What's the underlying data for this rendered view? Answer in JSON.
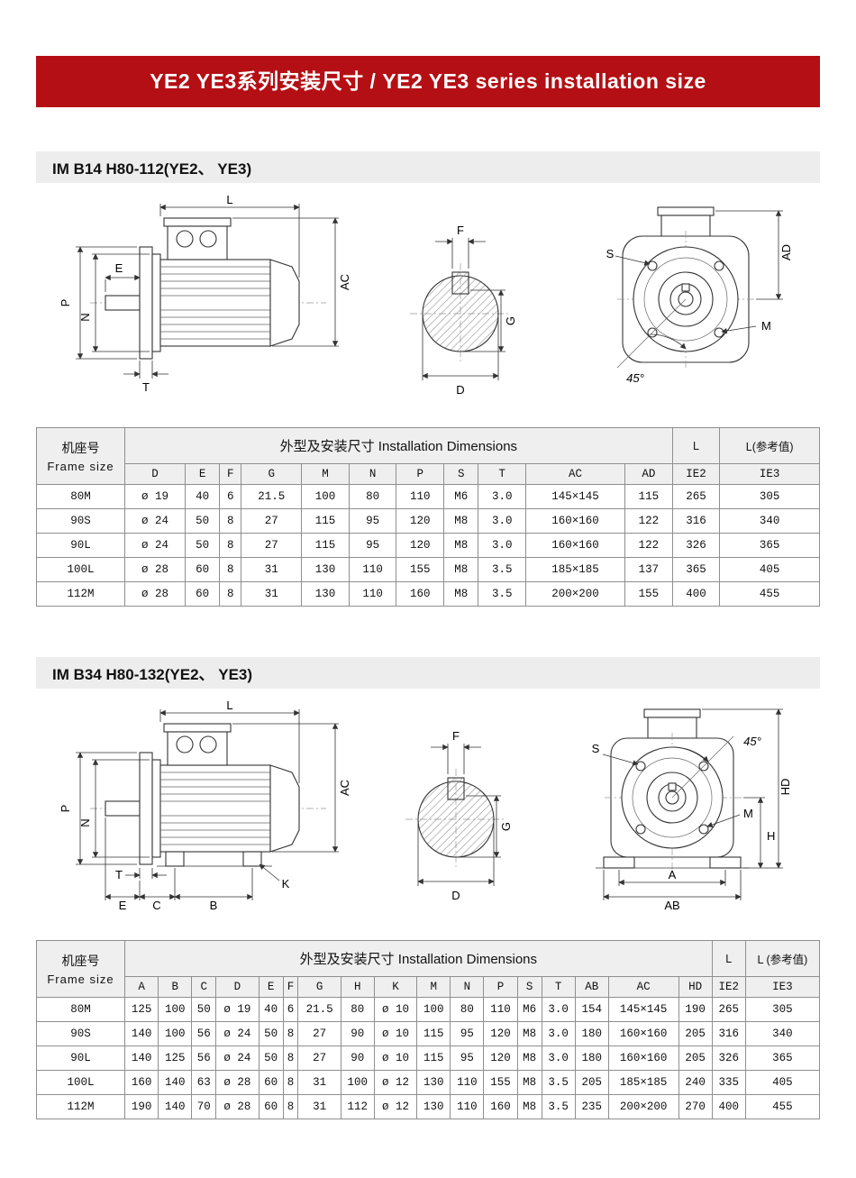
{
  "banner": {
    "title": "YE2 YE3系列安装尺寸 / YE2 YE3 series installation size"
  },
  "section1": {
    "heading": "IM B14 H80-112(YE2、 YE3)",
    "drawing_labels": {
      "L": "L",
      "E": "E",
      "P": "P",
      "N": "N",
      "AC": "AC",
      "T": "T",
      "F": "F",
      "G": "G",
      "D": "D",
      "S": "S",
      "M": "M",
      "AD": "AD",
      "angle": "45°"
    },
    "table": {
      "frame_cn": "机座号",
      "frame_en": "Frame size",
      "dims_header": "外型及安装尺寸  Installation Dimensions",
      "col_L": "L",
      "col_L_ref": "L(参考值)",
      "ie2": "IE2",
      "ie3": "IE3",
      "columns": [
        "D",
        "E",
        "F",
        "G",
        "M",
        "N",
        "P",
        "S",
        "T",
        "AC",
        "AD"
      ],
      "rows": [
        {
          "frame": "80M",
          "cells": [
            "ø 19",
            "40",
            "6",
            "21.5",
            "100",
            "80",
            "110",
            "M6",
            "3.0",
            "145×145",
            "115",
            "265",
            "305"
          ]
        },
        {
          "frame": "90S",
          "cells": [
            "ø 24",
            "50",
            "8",
            "27",
            "115",
            "95",
            "120",
            "M8",
            "3.0",
            "160×160",
            "122",
            "316",
            "340"
          ]
        },
        {
          "frame": "90L",
          "cells": [
            "ø 24",
            "50",
            "8",
            "27",
            "115",
            "95",
            "120",
            "M8",
            "3.0",
            "160×160",
            "122",
            "326",
            "365"
          ]
        },
        {
          "frame": "100L",
          "cells": [
            "ø 28",
            "60",
            "8",
            "31",
            "130",
            "110",
            "155",
            "M8",
            "3.5",
            "185×185",
            "137",
            "365",
            "405"
          ]
        },
        {
          "frame": "112M",
          "cells": [
            "ø 28",
            "60",
            "8",
            "31",
            "130",
            "110",
            "160",
            "M8",
            "3.5",
            "200×200",
            "155",
            "400",
            "455"
          ]
        }
      ]
    }
  },
  "section2": {
    "heading": "IM B34 H80-132(YE2、 YE3)",
    "drawing_labels": {
      "L": "L",
      "E": "E",
      "C": "C",
      "B": "B",
      "K": "K",
      "T": "T",
      "P": "P",
      "N": "N",
      "AC": "AC",
      "F": "F",
      "G": "G",
      "D": "D",
      "S": "S",
      "M": "M",
      "H": "H",
      "HD": "HD",
      "A": "A",
      "AB": "AB",
      "angle": "45°"
    },
    "table": {
      "frame_cn": "机座号",
      "frame_en": "Frame size",
      "dims_header": "外型及安装尺寸  Installation Dimensions",
      "col_L": "L",
      "col_L_ref": "L (参考值)",
      "ie2": "IE2",
      "ie3": "IE3",
      "columns": [
        "A",
        "B",
        "C",
        "D",
        "E",
        "F",
        "G",
        "H",
        "K",
        "M",
        "N",
        "P",
        "S",
        "T",
        "AB",
        "AC",
        "HD"
      ],
      "rows": [
        {
          "frame": "80M",
          "cells": [
            "125",
            "100",
            "50",
            "ø 19",
            "40",
            "6",
            "21.5",
            "80",
            "ø 10",
            "100",
            "80",
            "110",
            "M6",
            "3.0",
            "154",
            "145×145",
            "190",
            "265",
            "305"
          ]
        },
        {
          "frame": "90S",
          "cells": [
            "140",
            "100",
            "56",
            "ø 24",
            "50",
            "8",
            "27",
            "90",
            "ø 10",
            "115",
            "95",
            "120",
            "M8",
            "3.0",
            "180",
            "160×160",
            "205",
            "316",
            "340"
          ]
        },
        {
          "frame": "90L",
          "cells": [
            "140",
            "125",
            "56",
            "ø 24",
            "50",
            "8",
            "27",
            "90",
            "ø 10",
            "115",
            "95",
            "120",
            "M8",
            "3.0",
            "180",
            "160×160",
            "205",
            "326",
            "365"
          ]
        },
        {
          "frame": "100L",
          "cells": [
            "160",
            "140",
            "63",
            "ø 28",
            "60",
            "8",
            "31",
            "100",
            "ø 12",
            "130",
            "110",
            "155",
            "M8",
            "3.5",
            "205",
            "185×185",
            "240",
            "335",
            "405"
          ]
        },
        {
          "frame": "112M",
          "cells": [
            "190",
            "140",
            "70",
            "ø 28",
            "60",
            "8",
            "31",
            "112",
            "ø 12",
            "130",
            "110",
            "160",
            "M8",
            "3.5",
            "235",
            "200×200",
            "270",
            "400",
            "455"
          ]
        }
      ]
    }
  }
}
